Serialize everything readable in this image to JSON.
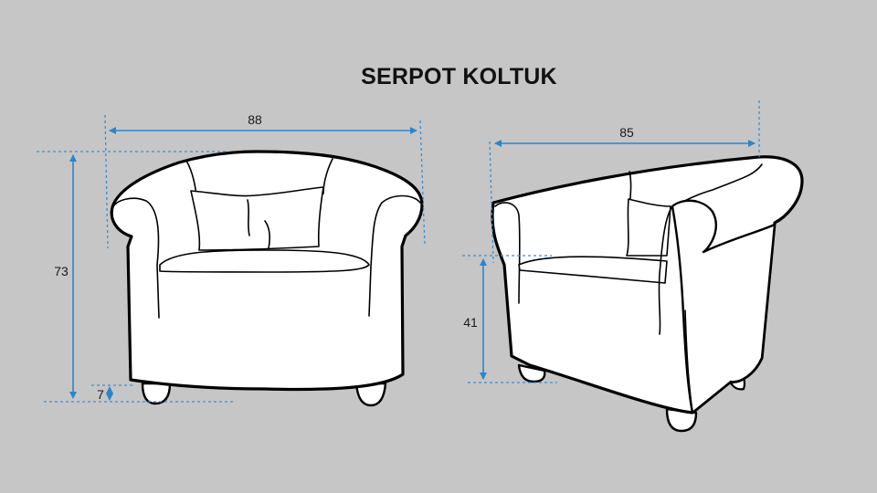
{
  "title": "SERPOT KOLTUK",
  "accent_color": "#2a86cc",
  "background_color": "#c6c6c6",
  "front_view": {
    "width_label": "88",
    "height_label": "73",
    "leg_height_label": "7"
  },
  "side_view": {
    "depth_label": "85",
    "seat_height_label": "41"
  }
}
